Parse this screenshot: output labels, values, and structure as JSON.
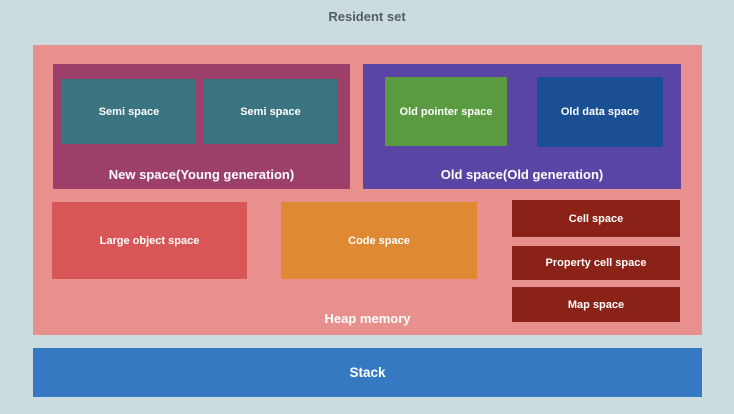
{
  "title": "Resident set",
  "colors": {
    "background": "#cadcdf",
    "heap": "#e8908e",
    "new_space": "#9d4069",
    "semi_space": "#3a7480",
    "old_space": "#5a44a4",
    "old_pointer_space": "#5a9b42",
    "old_data_space": "#1a4f94",
    "large_object_space": "#d85756",
    "code_space": "#df8a32",
    "cell_spaces": "#8a2217",
    "stack": "#3579c2",
    "title_text": "#595d60",
    "box_text": "#ffffff"
  },
  "heap": {
    "label": "Heap memory",
    "new_space": {
      "label": "New space(Young generation)",
      "children": [
        "Semi space",
        "Semi space"
      ]
    },
    "old_space": {
      "label": "Old space(Old generation)",
      "children": [
        "Old pointer space",
        "Old data space"
      ]
    },
    "large_object_space": "Large object space",
    "code_space": "Code space",
    "side_spaces": [
      "Cell space",
      "Property cell space",
      "Map space"
    ]
  },
  "stack": {
    "label": "Stack"
  }
}
